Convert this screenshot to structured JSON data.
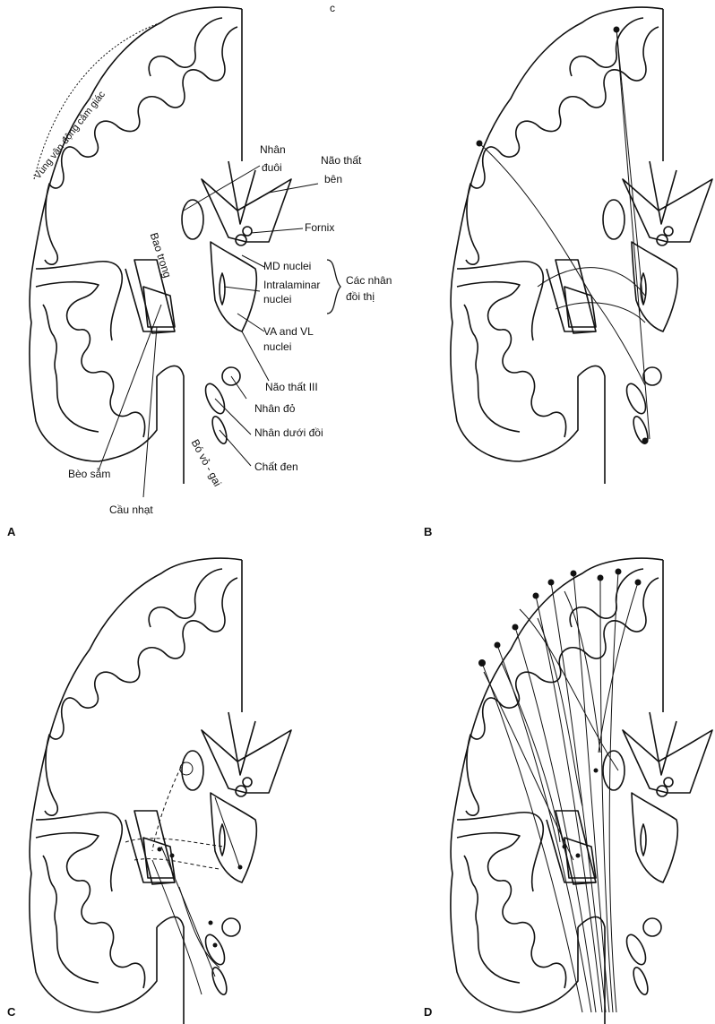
{
  "top_mark": "c",
  "labels": {
    "vung_van_dong": "Vùng vận động cảm giác",
    "nhan_duoi_1": "Nhân",
    "nhan_duoi_2": "đuôi",
    "nao_that_ben_1": "Não thất",
    "nao_that_ben_2": "bên",
    "fornix": "Fornix",
    "bao_trong": "Bao trong",
    "md_nuclei": "MD nuclei",
    "intralaminar_1": "Intralaminar",
    "intralaminar_2": "nuclei",
    "va_vl_1": "VA and VL",
    "va_vl_2": "nuclei",
    "cac_nhan_1": "Các nhân",
    "cac_nhan_2": "đồi thị",
    "nao_that_iii": "Não thất III",
    "nhan_do": "Nhân đỏ",
    "nhan_duoi_doi": "Nhân dưới đồi",
    "chat_den": "Chất đen",
    "beo_sam": "Bèo sẫm",
    "bo_vo_gai": "Bó vỏ - gai",
    "cau_nhat": "Cầu nhạt"
  },
  "panels": [
    "A",
    "B",
    "C",
    "D"
  ]
}
